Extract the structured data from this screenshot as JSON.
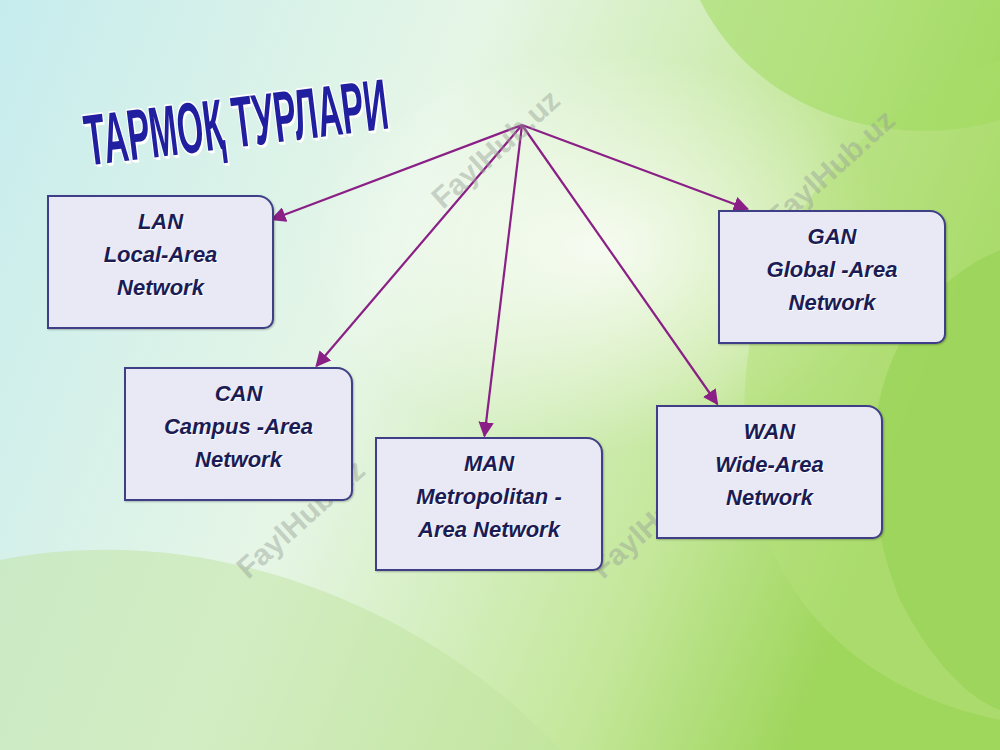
{
  "diagram": {
    "title": "ТАРМОҚ ТУРЛАРИ",
    "nodes": [
      {
        "text": [
          "LAN",
          "Local-Area Network"
        ]
      },
      {
        "text": [
          "CAN",
          "Campus -Area Network"
        ]
      },
      {
        "text": [
          "MAN",
          "Metropolitan -Area Network"
        ]
      },
      {
        "text": [
          "WAN",
          "Wide-Area Network"
        ]
      },
      {
        "text": [
          "GAN",
          "Global -Area Network"
        ]
      }
    ],
    "labels": [
      "FaylHub.uz",
      "FaylHub.uz",
      "FaylHub.uz",
      "FaylHub.uz"
    ]
  }
}
